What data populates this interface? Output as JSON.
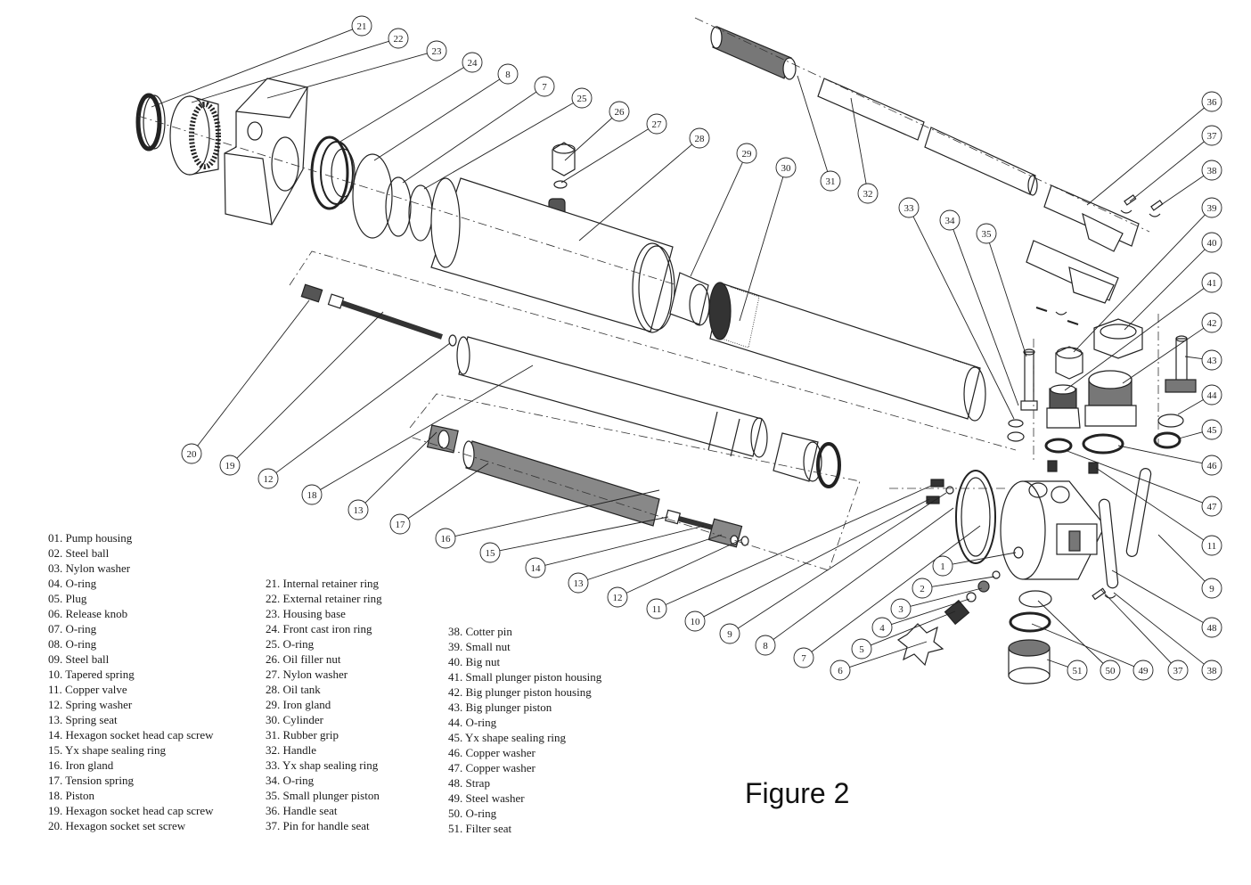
{
  "figure_caption": "Figure 2",
  "legend": {
    "col1": [
      "01. Pump housing",
      "02. Steel ball",
      "03. Nylon washer",
      "04. O-ring",
      "05. Plug",
      "06. Release knob",
      "07. O-ring",
      "08. O-ring",
      "09. Steel ball",
      "10. Tapered spring",
      "11. Copper valve",
      "12. Spring washer",
      "13. Spring seat",
      "14. Hexagon socket head cap screw",
      "15. Yx shape sealing ring",
      "16. Iron gland",
      "17. Tension spring",
      "18. Piston",
      "19. Hexagon socket head cap screw",
      "20. Hexagon socket set screw"
    ],
    "col2": [
      "21. Internal retainer ring",
      "22. External retainer ring",
      "23. Housing base",
      "24. Front cast iron ring",
      "25. O-ring",
      "26. Oil filler nut",
      "27. Nylon washer",
      "28. Oil tank",
      "29. Iron gland",
      "30. Cylinder",
      "31. Rubber grip",
      "32. Handle",
      "33. Yx shap sealing ring",
      "34. O-ring",
      "35. Small plunger piston",
      "36. Handle seat",
      "37. Pin for handle seat"
    ],
    "col3": [
      "38. Cotter pin",
      "39. Small nut",
      "40. Big nut",
      "41. Small plunger piston housing",
      "42. Big plunger piston housing",
      "43. Big plunger piston",
      "44. O-ring",
      "45. Yx shape sealing ring",
      "46. Copper washer",
      "47. Copper washer",
      "48. Strap",
      "49. Steel washer",
      "50. O-ring",
      "51. Filter seat"
    ]
  },
  "callouts": [
    "21",
    "22",
    "23",
    "24",
    "8",
    "7",
    "25",
    "26",
    "27",
    "28",
    "29",
    "30",
    "31",
    "32",
    "33",
    "34",
    "35",
    "36",
    "37",
    "38",
    "39",
    "40",
    "41",
    "42",
    "43",
    "44",
    "45",
    "46",
    "47",
    "11",
    "9",
    "48",
    "38",
    "37",
    "49",
    "50",
    "51",
    "20",
    "19",
    "12",
    "18",
    "13",
    "17",
    "16",
    "15",
    "14",
    "13",
    "12",
    "11",
    "10",
    "9",
    "8",
    "7",
    "6",
    "5",
    "4",
    "3",
    "2",
    "1"
  ]
}
